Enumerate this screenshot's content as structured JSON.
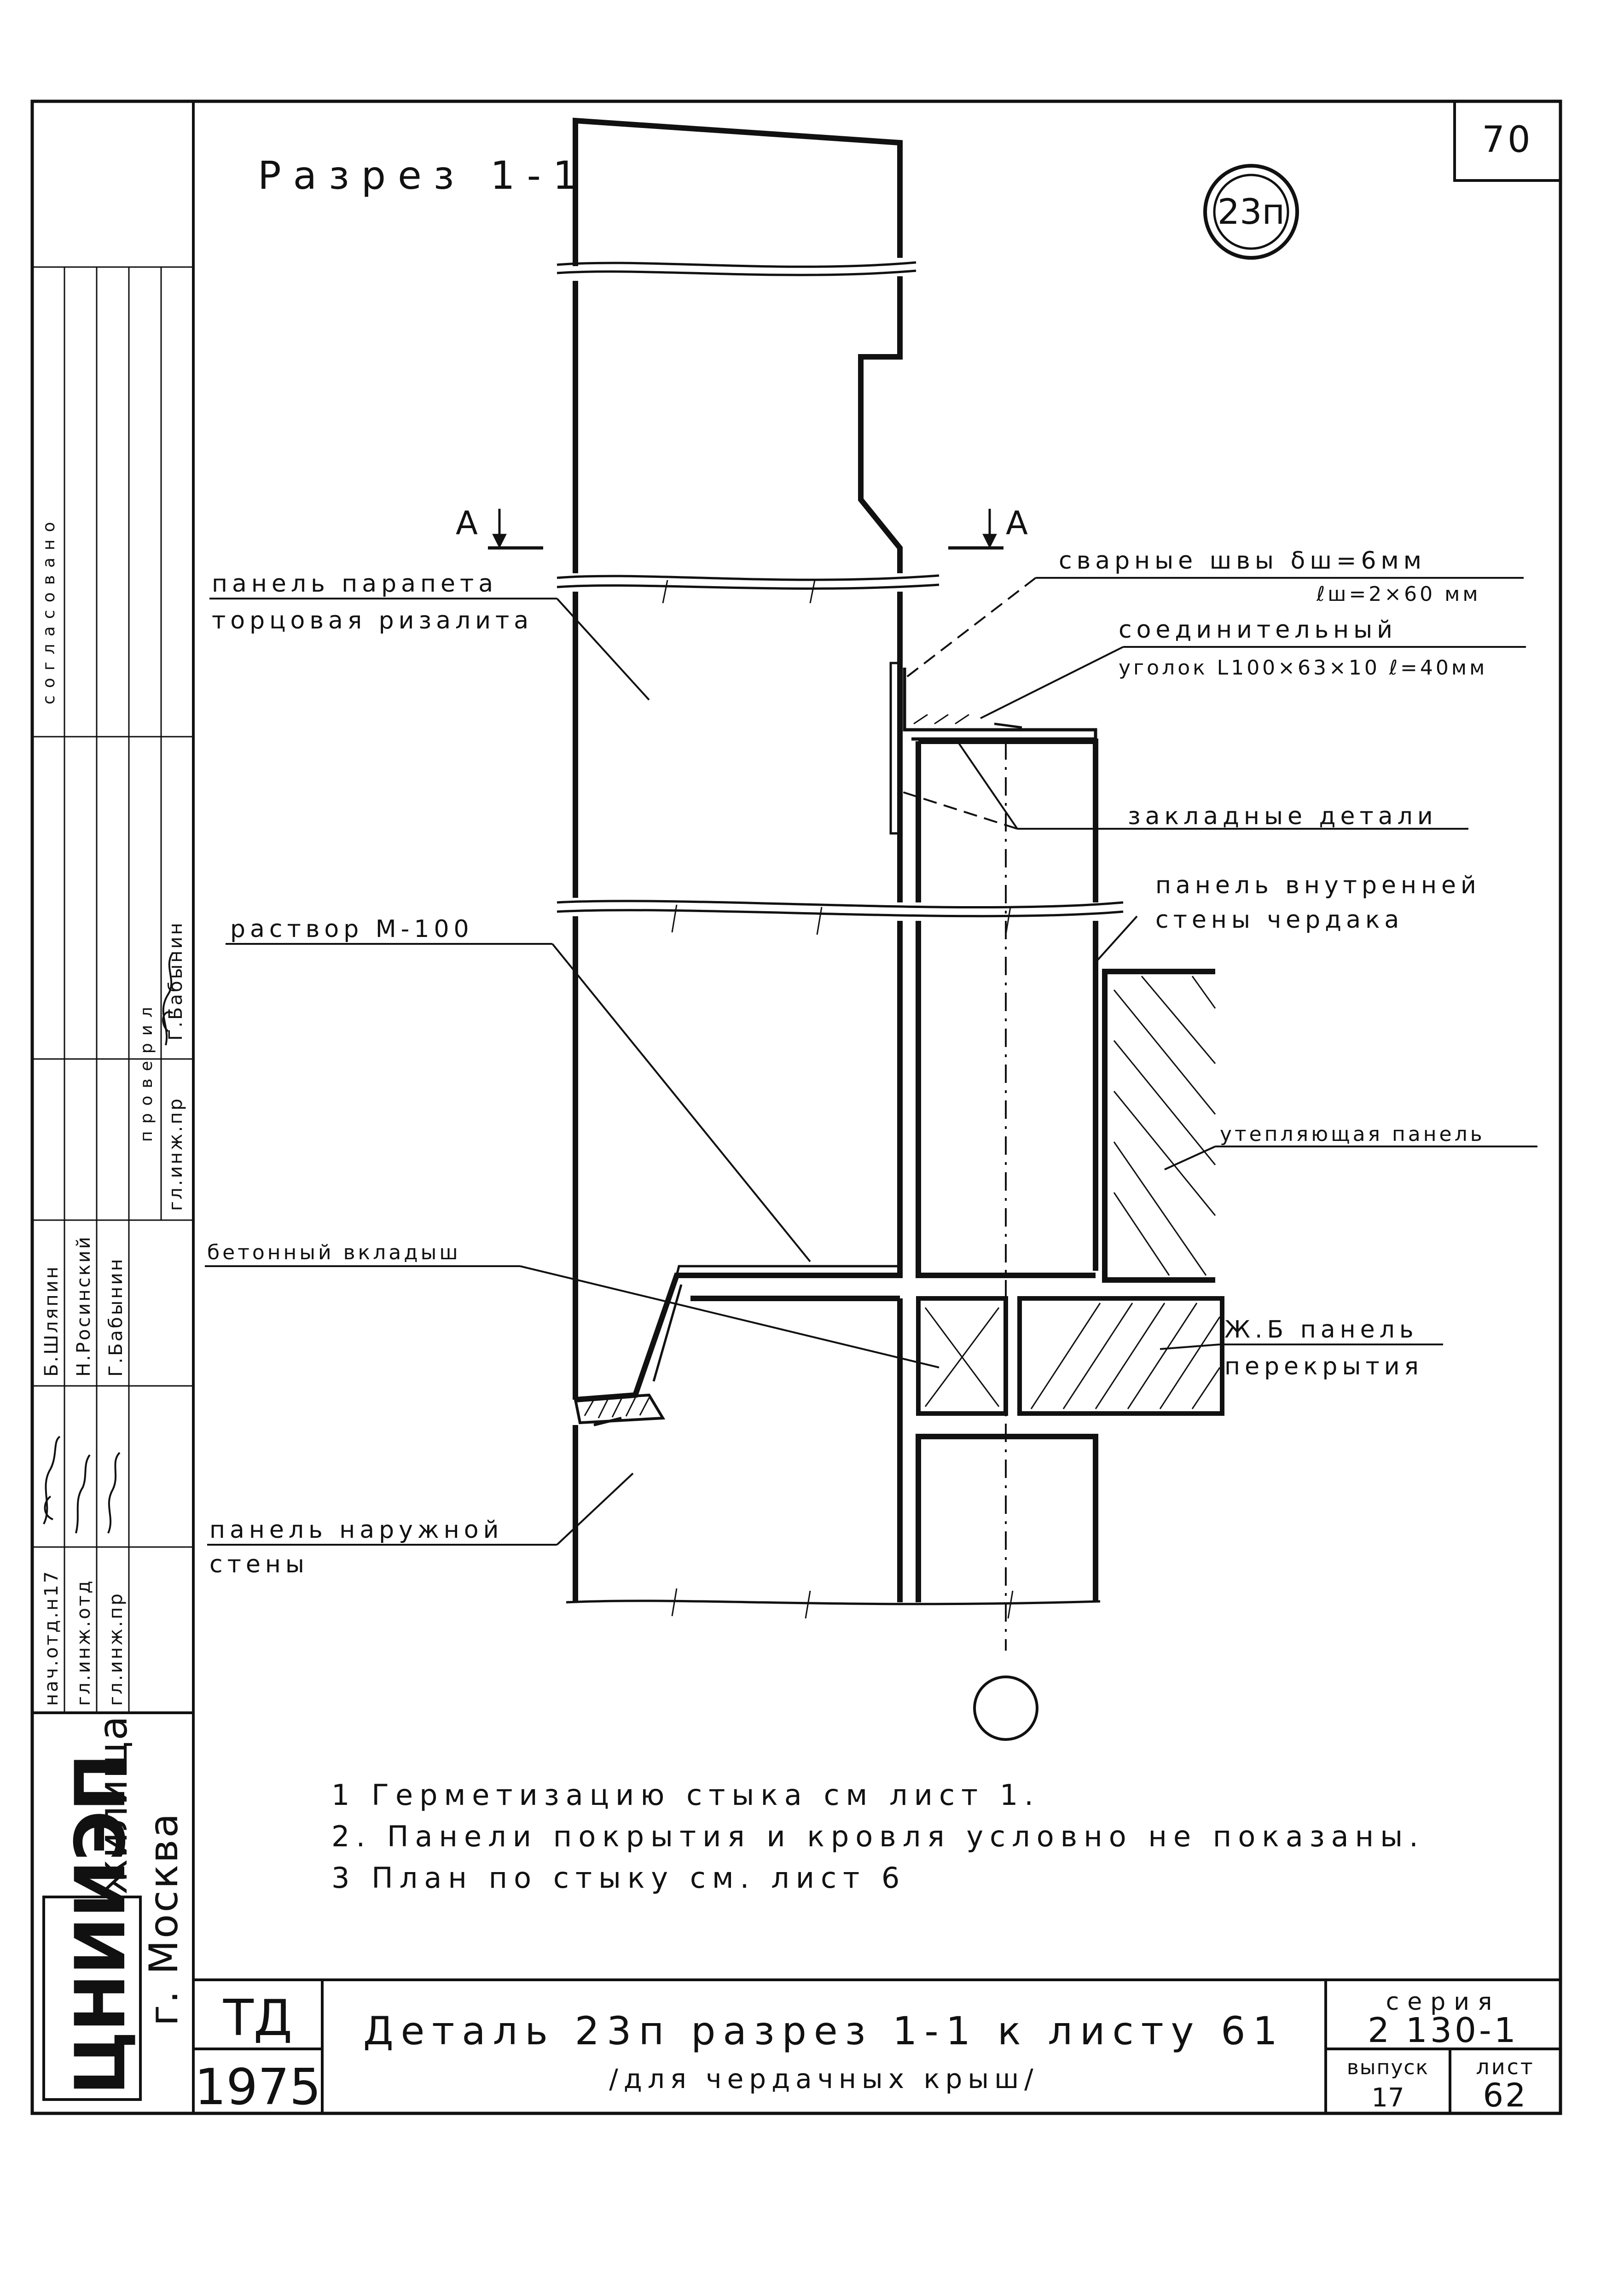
{
  "sheet_corner_number": "70",
  "section_title": "Разрез 1-1",
  "detail_mark": "23п",
  "cut_mark_left": "А",
  "cut_mark_right": "А",
  "labels": {
    "parapet_panel_1": "панель парапета",
    "parapet_panel_2": "торцовая ризалита",
    "weld_1": "сварные швы δш=6мм",
    "weld_2": "ℓш=2×60 мм",
    "angle_1": "соединительный",
    "angle_2": "уголок L100×63×10 ℓ=40мм",
    "embedded": "закладные детали",
    "inner_panel_1": "панель внутренней",
    "inner_panel_2": "стены чердака",
    "mortar": "раствор М-100",
    "insulation": "утепляющая панель",
    "concrete_insert": "бетонный вкладыш",
    "slab_1": "Ж.Б панель",
    "slab_2": "перекрытия",
    "outer_wall_1": "панель наружной",
    "outer_wall_2": "стены"
  },
  "notes": [
    "1 Герметизацию стыка см лист 1.",
    "2. Панели покрытия и кровля условно не показаны.",
    "3 План по стыку см. лист 6"
  ],
  "side_stamp": {
    "agreed": "согласовано",
    "checked": "проверил",
    "checked_role": "гл.инж.пр",
    "checked_name": "Г.Бабынин",
    "roles": [
      "нач.отд.н17",
      "гл.инж.отд",
      "гл.инж.пр"
    ],
    "names": [
      "Б.Шляпин",
      "Н.Росинский",
      "Г.Бабынин"
    ],
    "org_logo": "ЦНИИЭП",
    "org_name": "жилища",
    "city": "г. Москва"
  },
  "title_block": {
    "doc_type": "ТД",
    "year": "1975",
    "title": "Деталь 23п разрез 1-1 к листу 61",
    "subtitle": "/для чердачных крыш/",
    "series_label": "серия",
    "series_value": "2 130-1",
    "issue_label": "выпуск",
    "issue_value": "17",
    "sheet_label": "лист",
    "sheet_value": "62"
  }
}
